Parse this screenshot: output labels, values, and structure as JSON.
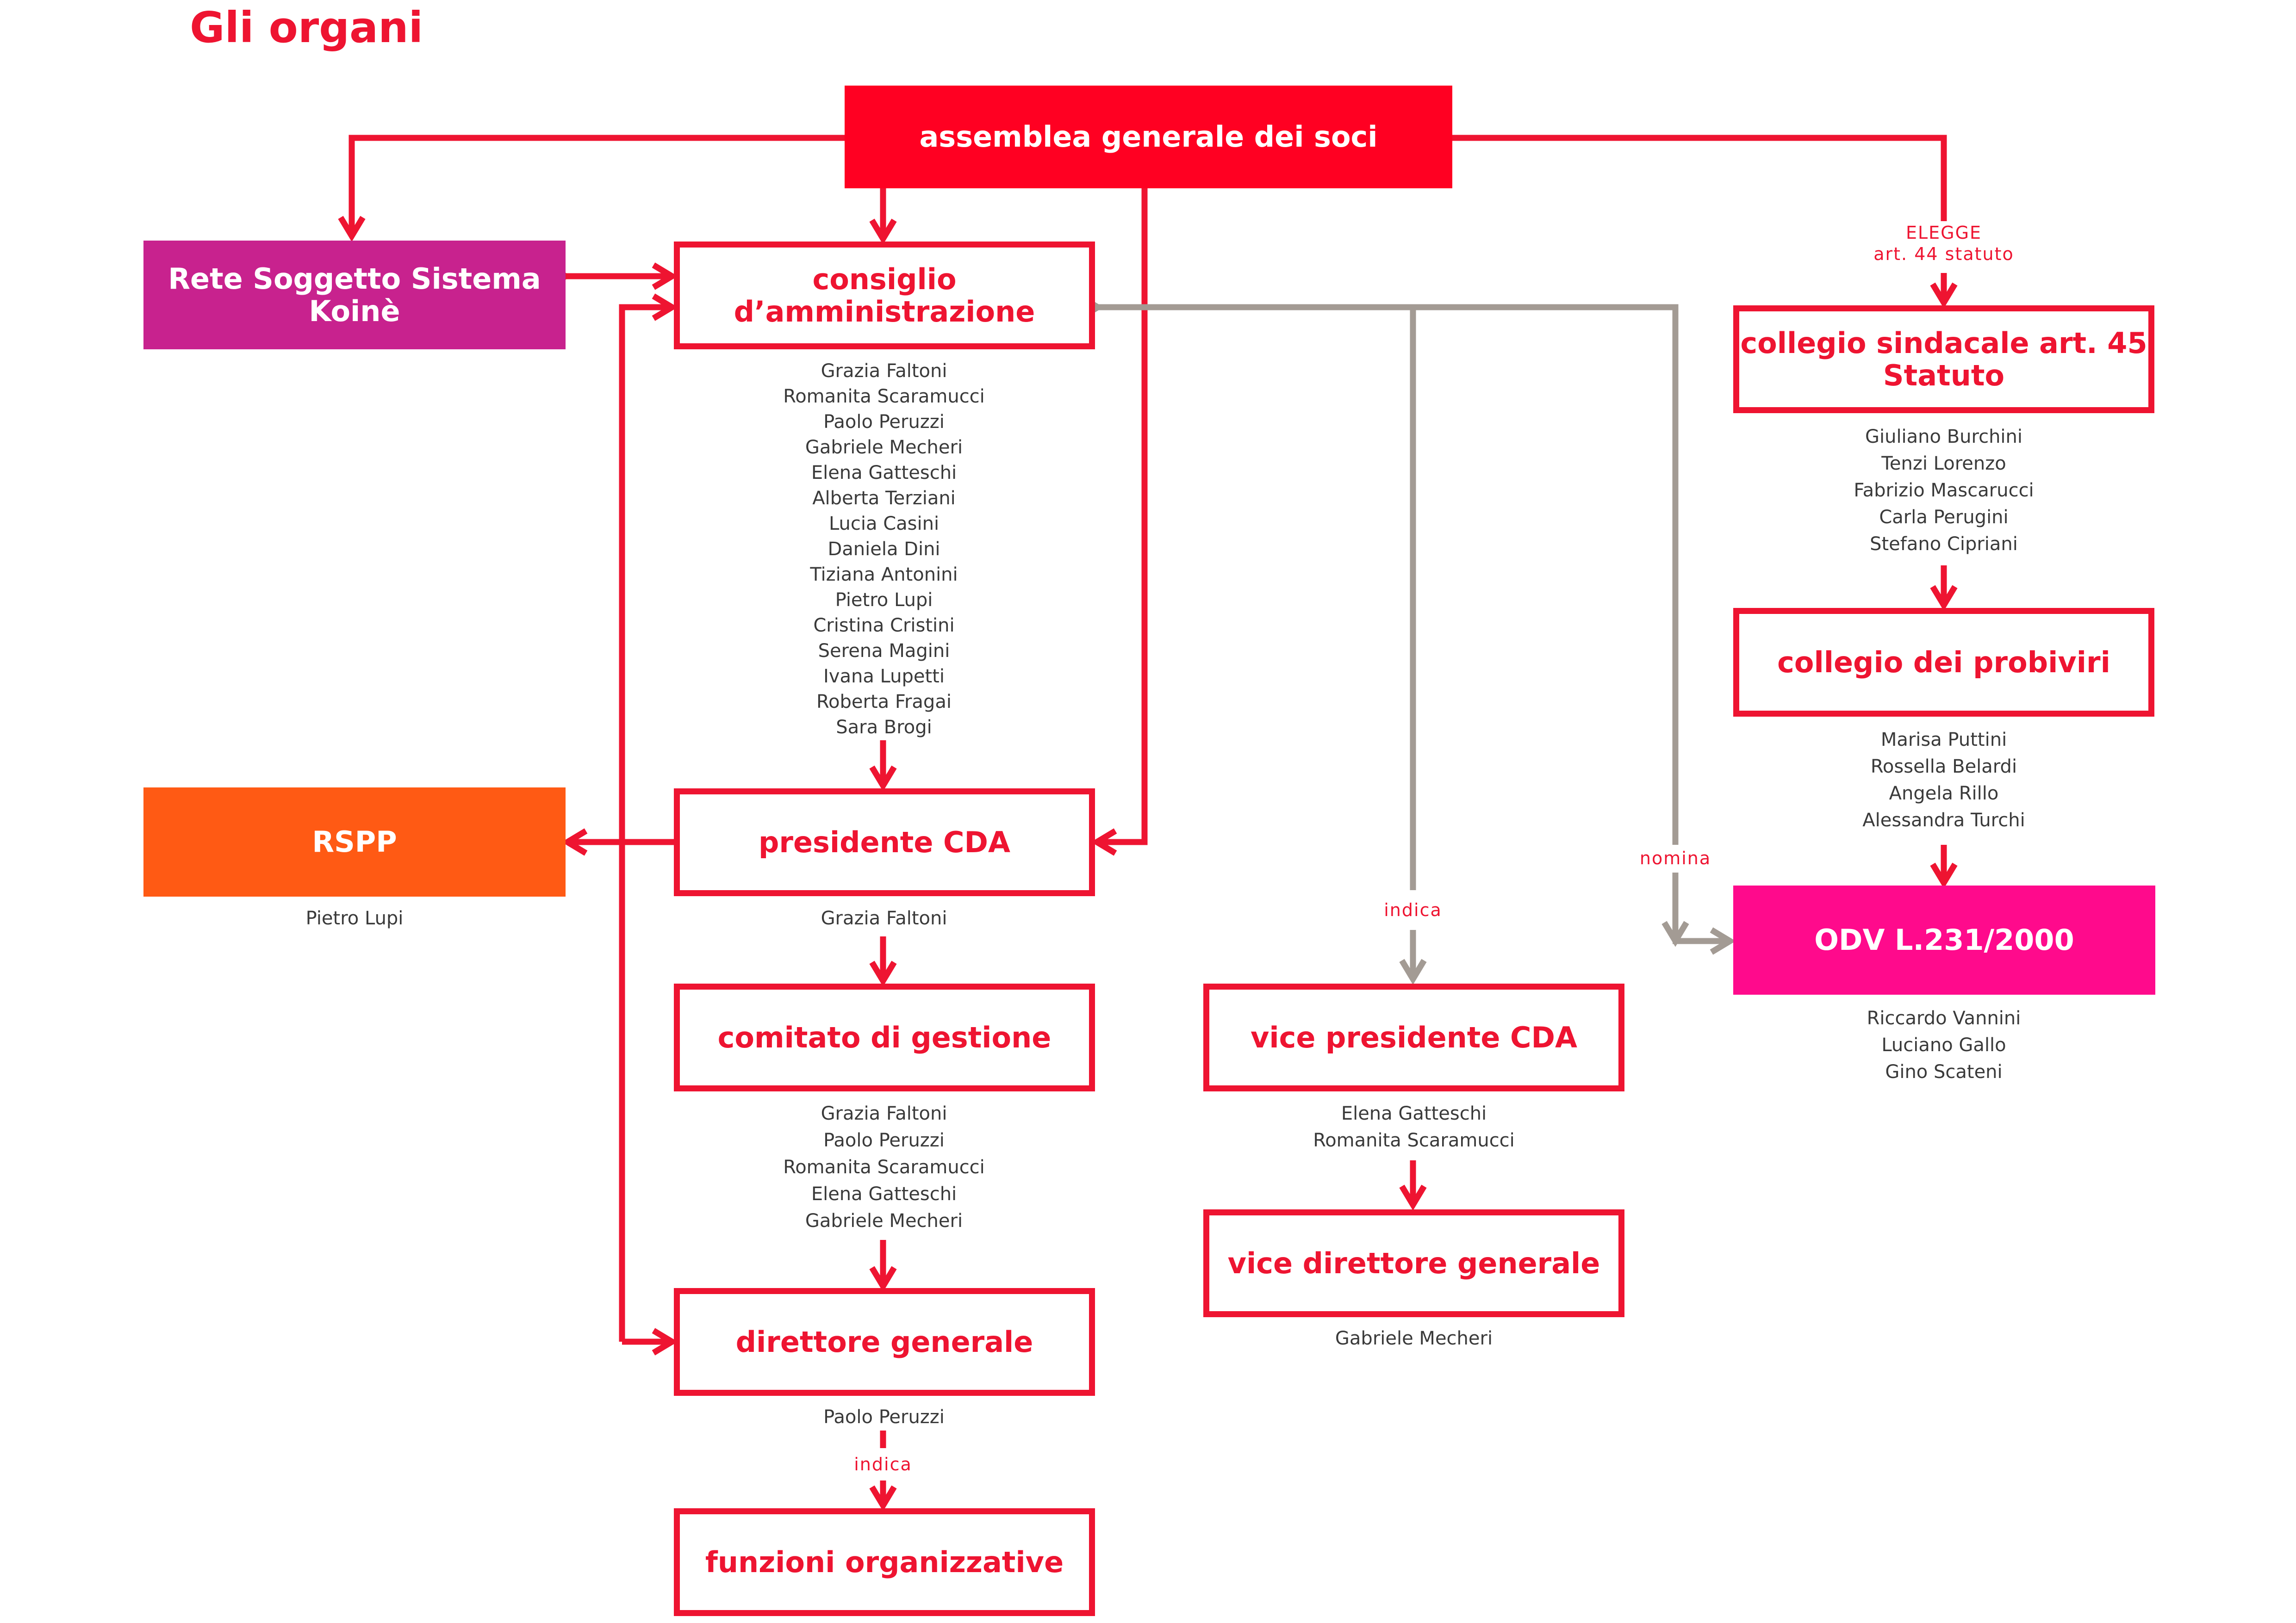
{
  "title": "Gli organi",
  "colors": {
    "red": "#ee1431",
    "gray": "#a39b94",
    "purple": "#c8228e",
    "orange": "#ff5a14",
    "magenta": "#ff0a8c",
    "names_text": "#3a3a3a"
  },
  "boxes": {
    "assemblea": {
      "label": "assemblea generale dei soci"
    },
    "rete": {
      "label": "Rete Soggetto Sistema Koinè"
    },
    "consiglio": {
      "label": "consiglio d’amministrazione"
    },
    "collegio_sindacale": {
      "label": "collegio sindacale art. 45 Statuto"
    },
    "collegio_probiviri": {
      "label": "collegio dei probiviri"
    },
    "rspp": {
      "label": "RSPP"
    },
    "presidente": {
      "label": "presidente CDA"
    },
    "odv": {
      "label": "ODV L.231/2000"
    },
    "comitato": {
      "label": "comitato di gestione"
    },
    "vice_presidente": {
      "label": "vice presidente CDA"
    },
    "vice_direttore": {
      "label": "vice direttore generale"
    },
    "direttore": {
      "label": "direttore generale"
    },
    "funzioni": {
      "label": "funzioni organizzative"
    }
  },
  "members": {
    "consiglio": [
      "Grazia Faltoni",
      "Romanita Scaramucci",
      "Paolo Peruzzi",
      "Gabriele Mecheri",
      "Elena Gatteschi",
      "Alberta Terziani",
      "Lucia Casini",
      "Daniela Dini",
      "Tiziana Antonini",
      "Pietro Lupi",
      "Cristina Cristini",
      "Serena Magini",
      "Ivana Lupetti",
      "Roberta Fragai",
      "Sara Brogi"
    ],
    "collegio_sindacale": [
      "Giuliano Burchini",
      "Tenzi Lorenzo",
      "Fabrizio Mascarucci",
      "Carla Perugini",
      "Stefano Cipriani"
    ],
    "collegio_probiviri": [
      "Marisa Puttini",
      "Rossella Belardi",
      "Angela Rillo",
      "Alessandra Turchi"
    ],
    "rspp": [
      "Pietro Lupi"
    ],
    "presidente": [
      "Grazia Faltoni"
    ],
    "odv": [
      "Riccardo Vannini",
      "Luciano Gallo",
      "Gino Scateni"
    ],
    "comitato": [
      "Grazia Faltoni",
      "Paolo Peruzzi",
      "Romanita Scaramucci",
      "Elena Gatteschi",
      "Gabriele Mecheri"
    ],
    "vice_presidente": [
      "Elena Gatteschi",
      "Romanita Scaramucci"
    ],
    "vice_direttore": [
      "Gabriele Mecheri"
    ],
    "direttore": [
      "Paolo Peruzzi"
    ]
  },
  "edge_labels": {
    "elegge": "ELEGGE",
    "elegge_ref": "art. 44 statuto",
    "indica_vice": "indica",
    "nomina": "nomina",
    "indica_funzioni": "indica"
  }
}
